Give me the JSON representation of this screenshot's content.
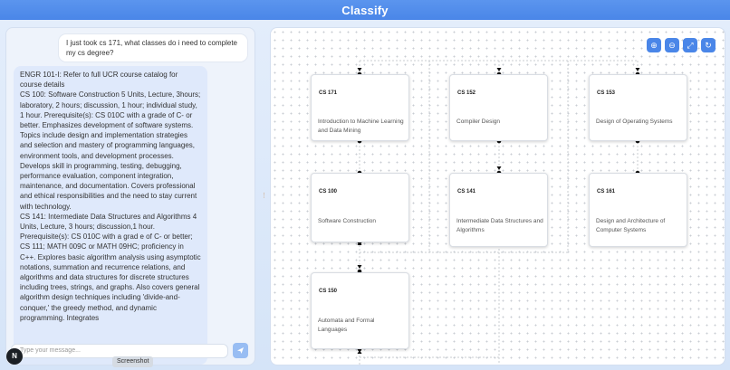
{
  "app": {
    "title": "Classify"
  },
  "chat": {
    "user_message": "I just took cs 171, what classes do i need to complete my cs degree?",
    "assistant_message": "ENGR 101-I: Refer to full UCR course catalog for course details\nCS 100: Software Construction 5 Units, Lecture, 3hours; laboratory, 2 hours; discussion, 1 hour; individual study, 1 hour. Prerequisite(s): CS 010C with a grade of C- or better. Emphasizes development of software systems. Topics include design and implementation strategies and selection and mastery of programming languages, environment tools, and development processes. Develops skill in programming, testing, debugging, performance evaluation, component integration, maintenance, and documentation. Covers professional and ethical responsibilities and the need to stay current with technology.\nCS 141: Intermediate Data Structures and Algorithms 4 Units, Lecture, 3 hours; discussion,1 hour. Prerequisite(s): CS 010C with a grad e of C- or better; CS 111; MATH 009C or MATH 09HC; proficiency in C++. Explores basic algorithm analysis using asymptotic notations, summation and recurrence relations, and algorithms and data structures for discrete structures including trees, strings, and graphs. Also covers general algorithm design techniques including 'divide-and-conquer,' the greedy method, and dynamic programming. Integrates",
    "input_placeholder": "Type your message...",
    "avatar_letter": "N",
    "tooltip": "Screenshot"
  },
  "toolbar": {
    "buttons": [
      {
        "name": "zoom-in-button",
        "icon": "zoom-in-icon",
        "glyph": "⊕"
      },
      {
        "name": "zoom-out-button",
        "icon": "zoom-out-icon",
        "glyph": "⊖"
      },
      {
        "name": "fit-view-button",
        "icon": "expand-icon",
        "glyph": "⤢"
      },
      {
        "name": "reset-button",
        "icon": "refresh-icon",
        "glyph": "↻"
      }
    ]
  },
  "nodes": [
    {
      "code": "CS 171",
      "name": "Introduction to Machine Learning and Data Mining"
    },
    {
      "code": "CS 152",
      "name": "Compiler Design"
    },
    {
      "code": "CS 153",
      "name": "Design of Operating Systems"
    },
    {
      "code": "CS 100",
      "name": "Software Construction"
    },
    {
      "code": "CS 141",
      "name": "Intermediate Data Structures and Algorithms"
    },
    {
      "code": "CS 161",
      "name": "Design and Architecture of Computer Systems"
    },
    {
      "code": "CS 150",
      "name": "Automata and Formal Languages"
    }
  ],
  "colors": {
    "header": "#4a86e8",
    "accent": "#4a86e8",
    "send": "#98bdf3"
  }
}
